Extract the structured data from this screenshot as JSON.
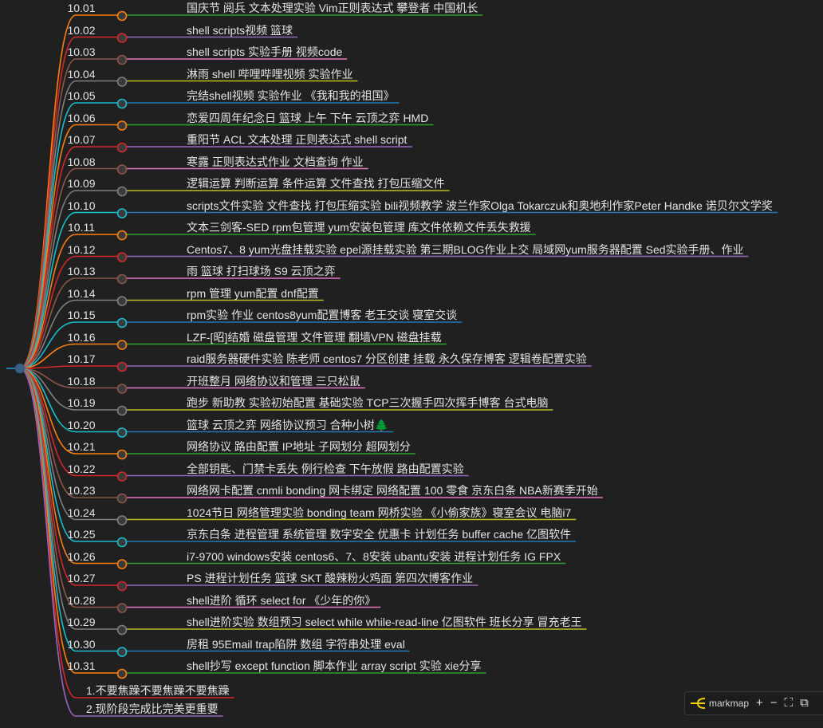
{
  "root": {
    "color": "#2f5b86"
  },
  "nodes": [
    {
      "date": "10.01",
      "text": "国庆节 阅兵 文本处理实验 Vim正则表达式 攀登者 中国机长",
      "color": "#ff7f0e",
      "ul": "#2ca02c"
    },
    {
      "date": "10.02",
      "text": "shell scripts视频 篮球",
      "color": "#d62728",
      "ul": "#9467bd"
    },
    {
      "date": "10.03",
      "text": "shell scripts 实验手册 视频code",
      "color": "#8c564b",
      "ul": "#e377c2"
    },
    {
      "date": "10.04",
      "text": "淋雨 shell 哔哩哔哩视频 实验作业",
      "color": "#7f7f7f",
      "ul": "#bcbd22"
    },
    {
      "date": "10.05",
      "text": "完结shell视频 实验作业 《我和我的祖国》",
      "color": "#17becf",
      "ul": "#1f77b4"
    },
    {
      "date": "10.06",
      "text": "恋爱四周年纪念日 篮球 上午 下午 云顶之弈 HMD",
      "color": "#ff7f0e",
      "ul": "#2ca02c"
    },
    {
      "date": "10.07",
      "text": "重阳节 ACL 文本处理 正则表达式 shell script",
      "color": "#d62728",
      "ul": "#9467bd"
    },
    {
      "date": "10.08",
      "text": "寒露 正则表达式作业 文档查询 作业",
      "color": "#8c564b",
      "ul": "#e377c2"
    },
    {
      "date": "10.09",
      "text": "逻辑运算 判断运算 条件运算 文件查找 打包压缩文件",
      "color": "#7f7f7f",
      "ul": "#bcbd22"
    },
    {
      "date": "10.10",
      "text": "scripts文件实验 文件查找 打包压缩实验 bili视频教学 波兰作家Olga Tokarczuk和奥地利作家Peter Handke 诺贝尔文学奖",
      "color": "#17becf",
      "ul": "#1f77b4"
    },
    {
      "date": "10.11",
      "text": "文本三剑客-SED rpm包管理 yum安装包管理 库文件依赖文件丢失救援",
      "color": "#ff7f0e",
      "ul": "#2ca02c"
    },
    {
      "date": "10.12",
      "text": "Centos7、8 yum光盘挂载实验 epel源挂载实验 第三期BLOG作业上交 局域网yum服务器配置 Sed实验手册、作业",
      "color": "#d62728",
      "ul": "#9467bd"
    },
    {
      "date": "10.13",
      "text": "雨 篮球 打扫球场 S9 云顶之弈",
      "color": "#8c564b",
      "ul": "#e377c2"
    },
    {
      "date": "10.14",
      "text": "rpm 管理 yum配置 dnf配置",
      "color": "#7f7f7f",
      "ul": "#bcbd22"
    },
    {
      "date": "10.15",
      "text": "rpm实验 作业 centos8yum配置博客 老王交谈 寝室交谈",
      "color": "#17becf",
      "ul": "#1f77b4"
    },
    {
      "date": "10.16",
      "text": "LZF-[昭]结婚 磁盘管理 文件管理 翻墙VPN 磁盘挂载",
      "color": "#ff7f0e",
      "ul": "#2ca02c"
    },
    {
      "date": "10.17",
      "text": "raid服务器硬件实验 陈老师 centos7 分区创建 挂载 永久保存博客 逻辑卷配置实验",
      "color": "#d62728",
      "ul": "#9467bd"
    },
    {
      "date": "10.18",
      "text": "开班整月 网络协议和管理 三只松鼠",
      "color": "#8c564b",
      "ul": "#e377c2"
    },
    {
      "date": "10.19",
      "text": "跑步 新助教 实验初始配置 基础实验 TCP三次握手四次挥手博客 台式电脑",
      "color": "#7f7f7f",
      "ul": "#bcbd22"
    },
    {
      "date": "10.20",
      "text": "篮球 云顶之弈 网络协议预习 合种小树🌲",
      "color": "#17becf",
      "ul": "#1f77b4"
    },
    {
      "date": "10.21",
      "text": "网络协议 路由配置 IP地址 子网划分 超网划分",
      "color": "#ff7f0e",
      "ul": "#2ca02c"
    },
    {
      "date": "10.22",
      "text": "全部钥匙、门禁卡丢失 例行检查 下午放假 路由配置实验",
      "color": "#d62728",
      "ul": "#9467bd"
    },
    {
      "date": "10.23",
      "text": "网络网卡配置 cnmli bonding 网卡绑定 网络配置 100 零食 京东白条 NBA新赛季开始",
      "color": "#8c564b",
      "ul": "#e377c2"
    },
    {
      "date": "10.24",
      "text": "1024节日 网络管理实验 bonding team 网桥实验 《小偷家族》寝室会议 电脑i7",
      "color": "#7f7f7f",
      "ul": "#bcbd22"
    },
    {
      "date": "10.25",
      "text": "京东白条 进程管理 系统管理 数字安全 优惠卡 计划任务 buffer cache 亿图软件",
      "color": "#17becf",
      "ul": "#1f77b4"
    },
    {
      "date": "10.26",
      "text": "i7-9700 windows安装 centos6、7、8安装 ubantu安装 进程计划任务 IG FPX",
      "color": "#ff7f0e",
      "ul": "#2ca02c"
    },
    {
      "date": "10.27",
      "text": "PS 进程计划任务 篮球 SKT 酸辣粉火鸡面 第四次博客作业",
      "color": "#d62728",
      "ul": "#9467bd"
    },
    {
      "date": "10.28",
      "text": "shell进阶 循环 select for 《少年的你》",
      "color": "#8c564b",
      "ul": "#e377c2"
    },
    {
      "date": "10.29",
      "text": "shell进阶实验 数组预习 select while while-read-line 亿图软件 班长分享 冒充老王",
      "color": "#7f7f7f",
      "ul": "#bcbd22"
    },
    {
      "date": "10.30",
      "text": "房租 95Email trap陷阱 数组 字符串处理 eval",
      "color": "#17becf",
      "ul": "#1f77b4"
    },
    {
      "date": "10.31",
      "text": "shell抄写 except function 脚本作业 array script 实验 xie分享",
      "color": "#ff7f0e",
      "ul": "#2ca02c"
    }
  ],
  "notes": [
    {
      "text": "1.不要焦躁不要焦躁不要焦躁",
      "color": "#d62728"
    },
    {
      "text": "2.现阶段完成比完美更重要",
      "color": "#9467bd"
    }
  ],
  "toolbar": {
    "logo_label": "markmap",
    "zoom_in": "+",
    "zoom_out": "−",
    "fit": "⛶",
    "toggle": "⧉"
  }
}
